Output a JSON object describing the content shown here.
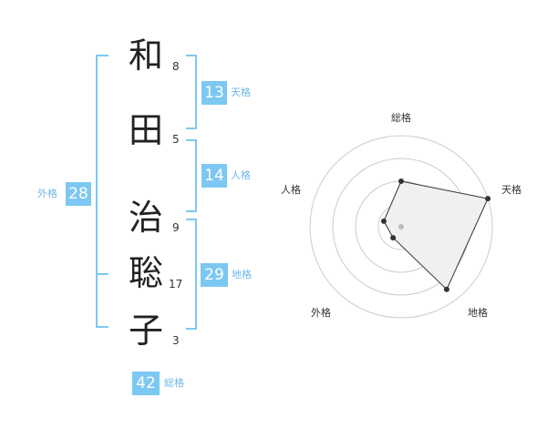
{
  "name_chars": [
    {
      "char": "和",
      "strokes": "8"
    },
    {
      "char": "田",
      "strokes": "5"
    },
    {
      "char": "治",
      "strokes": "9"
    },
    {
      "char": "聡",
      "strokes": "17"
    },
    {
      "char": "子",
      "strokes": "3"
    }
  ],
  "fortunes": {
    "tenkaku": {
      "label": "天格",
      "value": "13"
    },
    "jinkaku": {
      "label": "人格",
      "value": "14"
    },
    "chikaku": {
      "label": "地格",
      "value": "29"
    },
    "gaikaku": {
      "label": "外格",
      "value": "28"
    },
    "soukaku": {
      "label": "総格",
      "value": "42"
    }
  },
  "chart_data": {
    "type": "radar",
    "axes": [
      "総格",
      "天格",
      "地格",
      "外格",
      "人格"
    ],
    "values": [
      0.5,
      1.0,
      0.85,
      0.15,
      0.2
    ],
    "max": 1.0,
    "rings": 4,
    "colors": {
      "fill": "#f0f0f0",
      "stroke": "#333333",
      "grid": "#cccccc",
      "accent": "#7cc8f2"
    }
  }
}
